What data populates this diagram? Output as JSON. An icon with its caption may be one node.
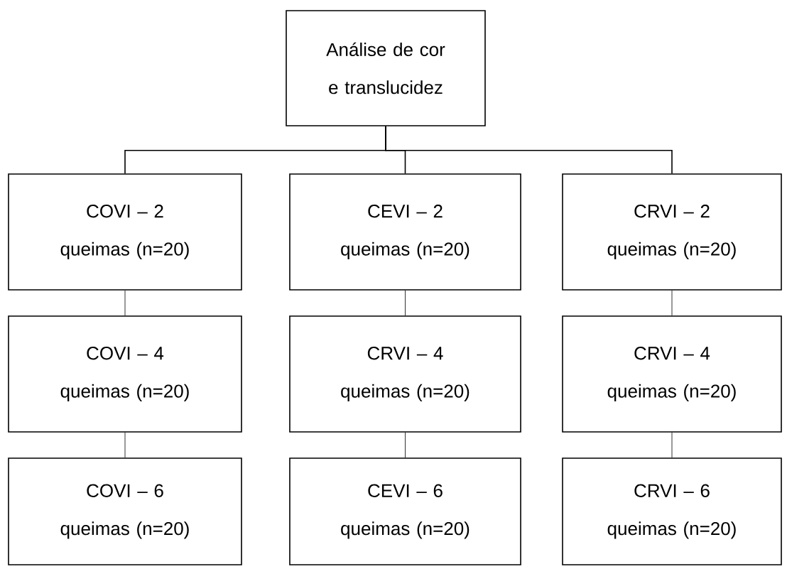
{
  "diagram": {
    "nodes": [
      {
        "text": [
          "Análise de cor e translucidez"
        ]
      },
      {
        "text": [
          "COVI – 2 queimas (n=20)"
        ]
      },
      {
        "text": [
          "CEVI – 2 queimas (n=20)"
        ]
      },
      {
        "text": [
          "CRVI – 2 queimas (n=20)"
        ]
      },
      {
        "text": [
          "COVI – 4 queimas (n=20)"
        ]
      },
      {
        "text": [
          "CRVI – 4 queimas (n=20)"
        ]
      },
      {
        "text": [
          "CRVI – 4 queimas (n=20)"
        ]
      },
      {
        "text": [
          "COVI – 6 queimas (n=20)"
        ]
      },
      {
        "text": [
          "CEVI – 6 queimas (n=20)"
        ]
      },
      {
        "text": [
          "CRVI – 6 queimas (n=20)"
        ]
      }
    ],
    "edges": [
      {
        "from": 0,
        "to": 1,
        "arrow": "none"
      },
      {
        "from": 0,
        "to": 2,
        "arrow": "none"
      },
      {
        "from": 0,
        "to": 3,
        "arrow": "none"
      },
      {
        "from": 1,
        "to": 4,
        "arrow": "none"
      },
      {
        "from": 2,
        "to": 5,
        "arrow": "none"
      },
      {
        "from": 3,
        "to": 6,
        "arrow": "none"
      },
      {
        "from": 4,
        "to": 7,
        "arrow": "none"
      },
      {
        "from": 5,
        "to": 8,
        "arrow": "none"
      },
      {
        "from": 6,
        "to": 9,
        "arrow": "none"
      }
    ]
  }
}
